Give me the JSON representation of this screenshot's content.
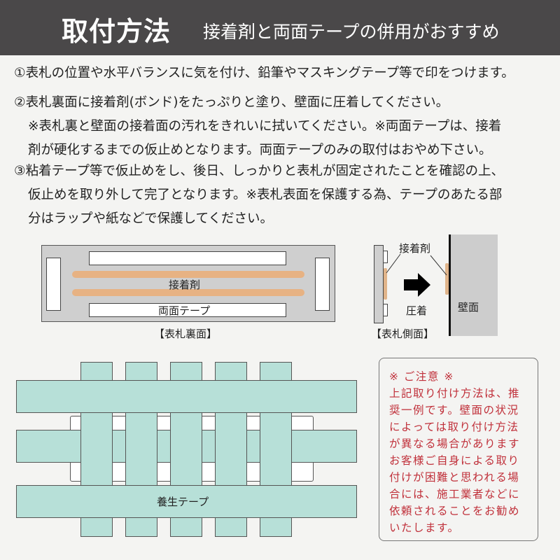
{
  "header": {
    "title": "取付方法",
    "subtitle": "接着剤と両面テープの併用がおすすめ",
    "bg_color": "#4a4849"
  },
  "steps": [
    {
      "lines": [
        "①表札の位置や水平バランスに気を付け、鉛筆やマスキングテープ等で印をつけます。"
      ]
    },
    {
      "lines": [
        "②表札裏面に接着剤(ボンド)をたっぷりと塗り、壁面に圧着してください。",
        "※表札裏と壁面の接着面の汚れをきれいに拭いてください。※両面テープは、接着",
        "剤が硬化するまでの仮止めとなります。両面テープのみの取付はおやめ下さい。"
      ]
    },
    {
      "lines": [
        "③粘着テープ等で仮止めをし、後日、しっかりと表札が固定されたことを確認の上、",
        "仮止めを取り外して完了となります。※表札表面を保護する為、テープのあたる部",
        "分はラップや紙などで保護してください。"
      ]
    }
  ],
  "back_diagram": {
    "glue_label": "接着剤",
    "tape_label": "両面テープ",
    "caption": "【表札裏面】",
    "glue_color": "#e7b283",
    "board_color": "#cfcfcf"
  },
  "side_diagram": {
    "glue_label": "接着剤",
    "press_label": "圧着",
    "wall_label": "壁面",
    "caption": "【表札側面】"
  },
  "notice": {
    "title": "※ ご注意 ※",
    "lines": [
      "上記取り付け方法は、推",
      "奨一例です。壁面の状況",
      "によっては取り付け方法",
      "が異なる場合があります",
      "お客様ご自身による取り",
      "付けが困難と思われる場",
      "合には、施工業者などに",
      "依頼されることをお勧め",
      "いたします。"
    ],
    "text_color": "#c0303a"
  },
  "tape_diagram": {
    "label": "養生テープ",
    "tape_color": "#b7e0d8"
  }
}
